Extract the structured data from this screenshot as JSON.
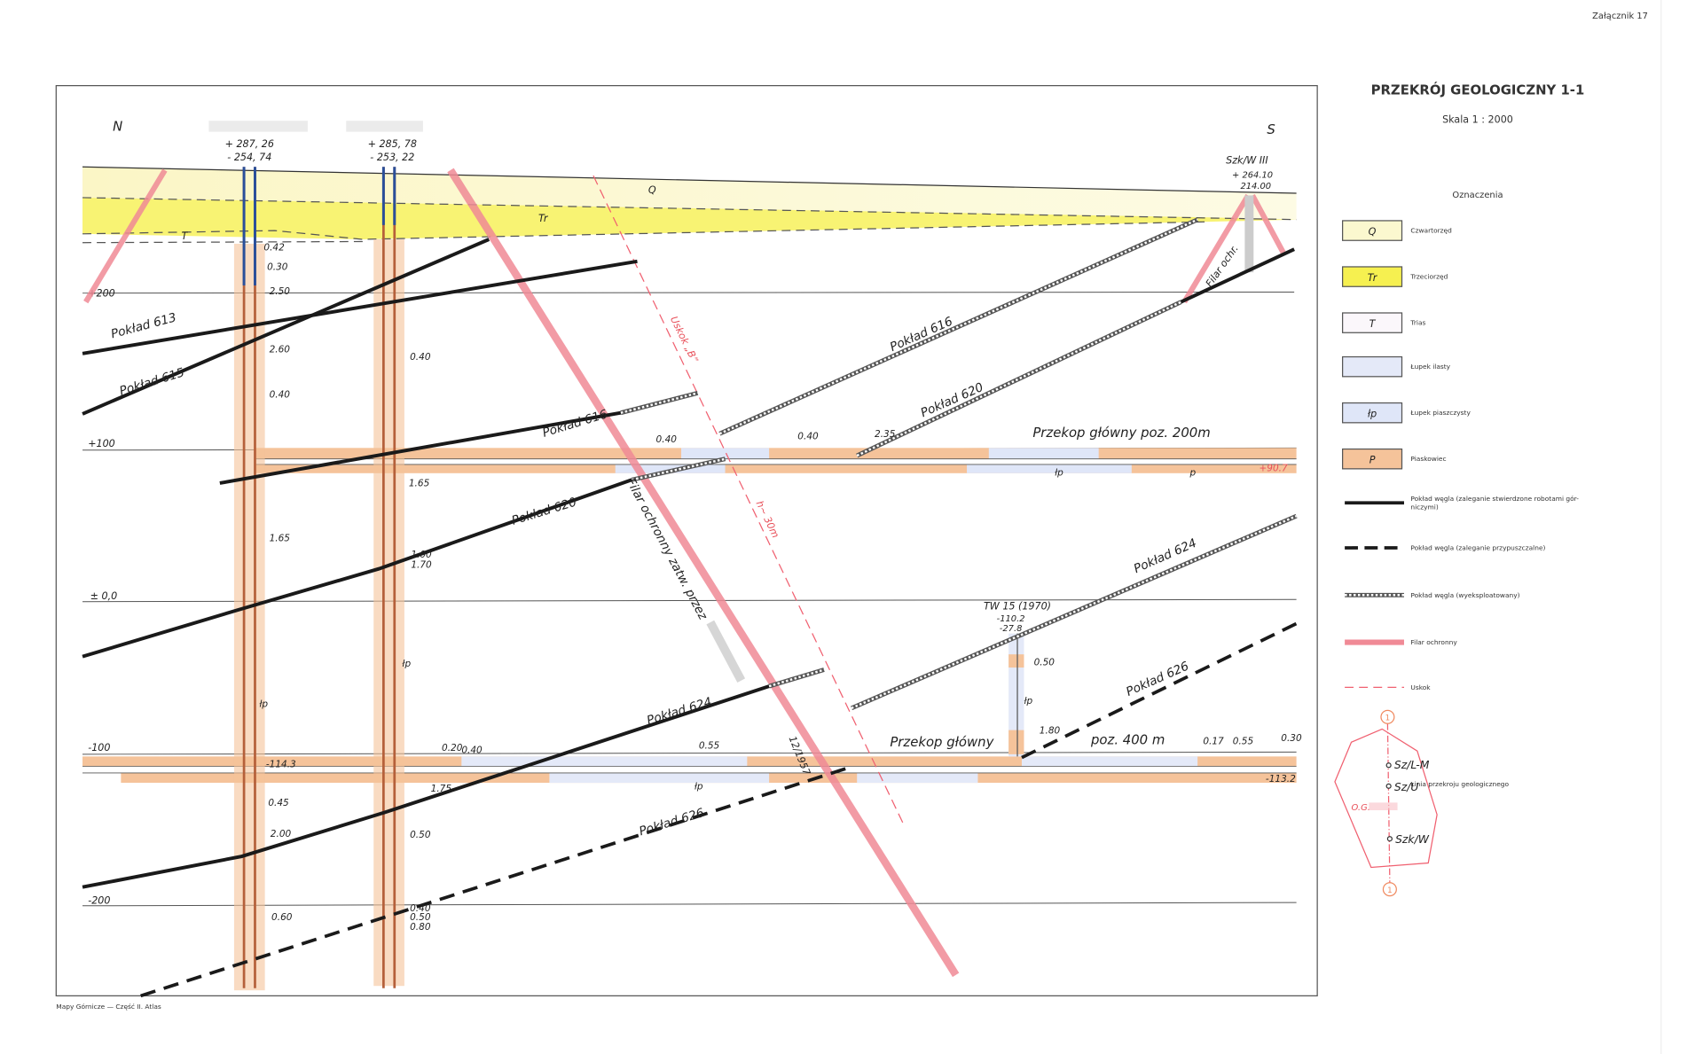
{
  "page": {
    "annex": "Załącznik 17",
    "footer": "Mapy Górnicze — Część II. Atlas"
  },
  "header": {
    "title": "PRZEKRÓJ GEOLOGICZNY 1-1",
    "scale": "Skala 1 : 2000"
  },
  "legend": {
    "title": "Oznaczenia",
    "fills": [
      {
        "symbol": "Q",
        "label": "Czwartorzęd",
        "color": "#fbf8cf"
      },
      {
        "symbol": "Tr",
        "label": "Trzeciorzęd",
        "color": "#f6f050"
      },
      {
        "symbol": "T",
        "label": "Trias",
        "color": "#fbf7fb"
      },
      {
        "symbol": "",
        "label": "Łupek ilasty",
        "color": "#e4e9f8"
      },
      {
        "symbol": "łp",
        "label": "Łupek piaszczysty",
        "color": "#dfe6f8"
      },
      {
        "symbol": "P",
        "label": "Piaskowiec",
        "color": "#f5c39a"
      }
    ],
    "lines": [
      {
        "label": "Pokład węgla (zaleganie stwierdzone robotami gór-",
        "label2": "niczymi)"
      },
      {
        "label": "Pokład węgla (zaleganie przypuszczalne)"
      },
      {
        "label": "Pokład węgla (wyeksploatowany)"
      },
      {
        "label": "Filar ochronny",
        "color": "#f08a96"
      },
      {
        "label": "Uskok",
        "color": "#f06070"
      }
    ],
    "section_line": {
      "label": "Linia przekroju geologicznego",
      "end_marker": "1",
      "points": [
        "Sz/L-M",
        "Sz/U",
        "Szk/W"
      ],
      "area_prefix": "O.G."
    }
  },
  "section": {
    "north": "N",
    "south": "S",
    "shafts": [
      {
        "elev_top": "+ 287, 26",
        "elev_bottom": "- 254, 74"
      },
      {
        "elev_top": "+ 285, 78",
        "elev_bottom": "- 253, 22"
      }
    ],
    "shaft_szkw": {
      "name": "Szk/W III",
      "elev_top": "+ 264.10",
      "elev_bottom": "214.00"
    },
    "borehole": {
      "name": "TW 15 (1970)",
      "v1": "-110.2",
      "v2": "-27.8"
    },
    "levels": [
      "+200",
      "+100",
      "± 0,0",
      "-100",
      "-200"
    ],
    "strata": {
      "q": "Q",
      "tr": "Tr",
      "t": "T"
    },
    "seams": {
      "s613": "Pokład 613",
      "s615": "Pokład 615",
      "s616": "Pokład 616",
      "s620": "Pokład 620",
      "s624": "Pokład 624",
      "s626": "Pokład 626"
    },
    "galleries": {
      "upper": "Przekop główny poz. 200m",
      "lower_a": "Przekop główny",
      "lower_b": "poz. 400 m"
    },
    "pillar": {
      "main": "Filar ochronny zatw. przez",
      "date": "12/1957",
      "shaft": "Filar ochr."
    },
    "fault": {
      "name": "Uskok „B”",
      "throw": "h~ 30m"
    },
    "values": [
      "0.42",
      "0.30",
      "2.50",
      "2.60",
      "0.40",
      "0.40",
      "1.65",
      "1.65",
      "1.00",
      "1.70",
      "łp",
      "łp",
      "-114.3",
      "0.20",
      "0.40",
      "0.45",
      "2.00",
      "1.75",
      "0.50",
      "0.60",
      "0.40",
      "0.50",
      "0.80",
      "0.40",
      "0.40",
      "2.35",
      "0.55",
      "łp",
      "łp",
      "p",
      "+90.7",
      "0.50",
      "łp",
      "1.80",
      "0.17",
      "0.55",
      "0.30",
      "-113.2"
    ]
  }
}
